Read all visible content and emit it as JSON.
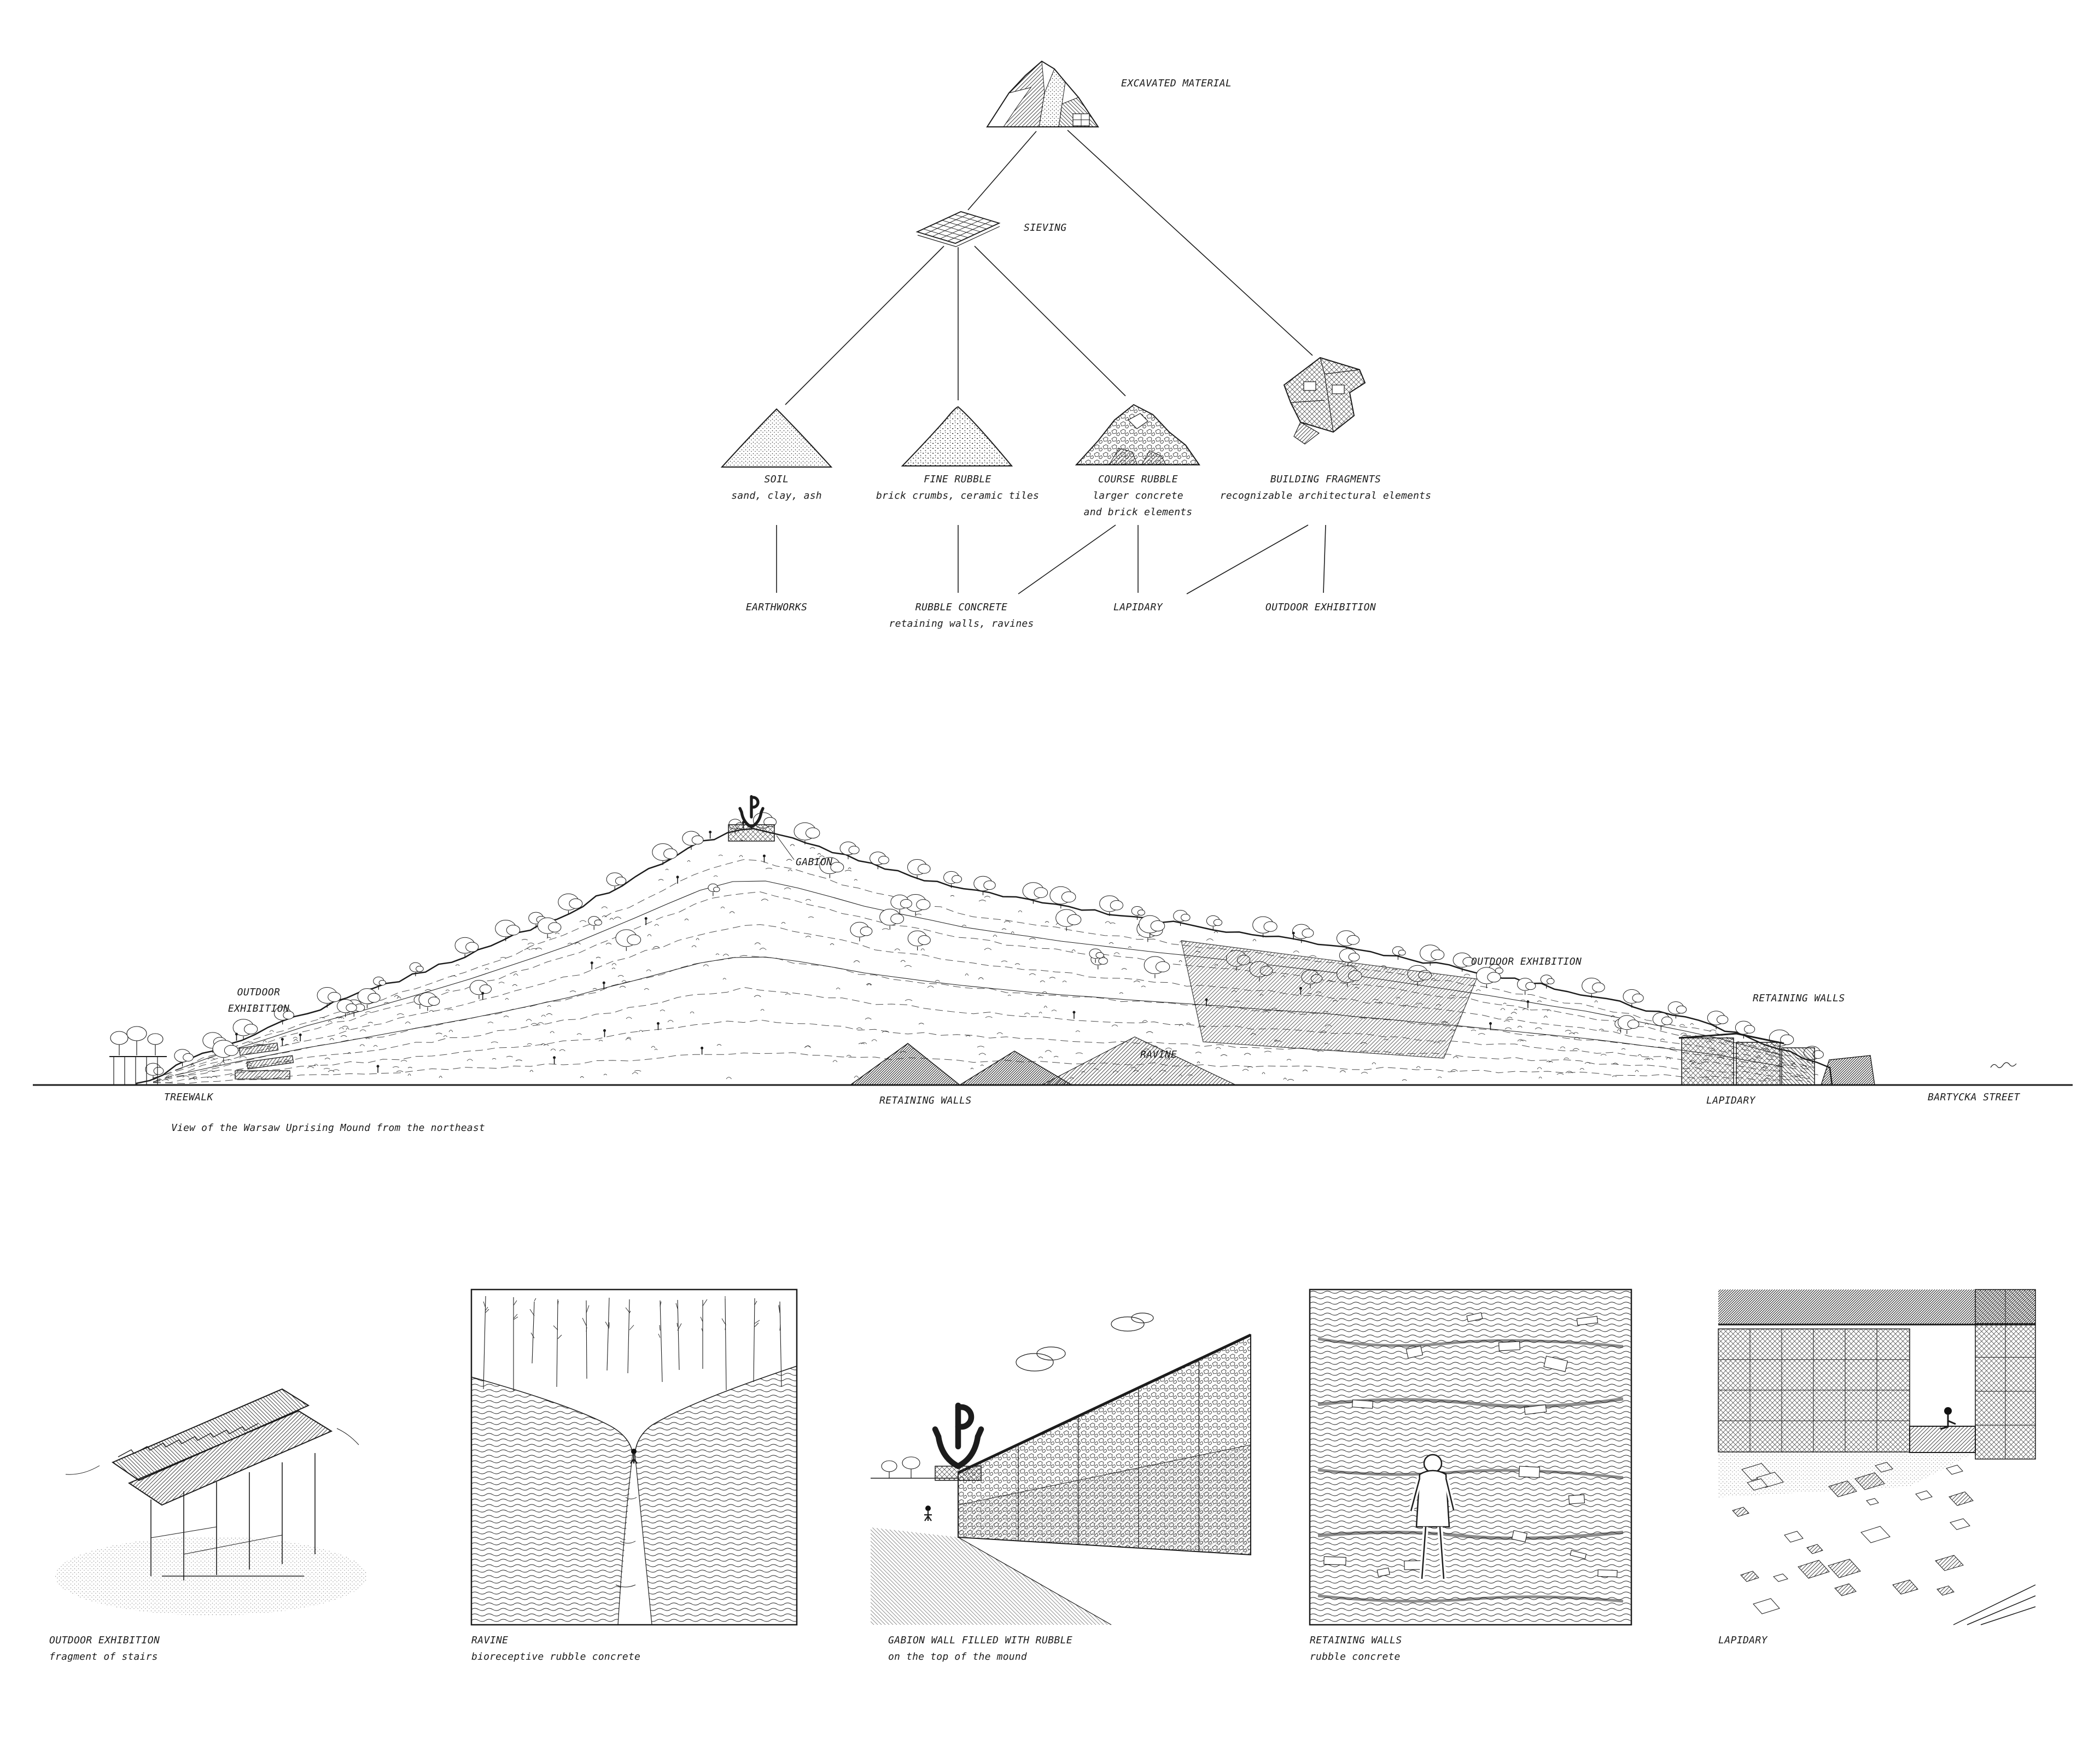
{
  "page": {
    "background": "#ffffff",
    "ink": "#1c1c1c"
  },
  "flow": {
    "root": {
      "label": "EXCAVATED MATERIAL"
    },
    "sieving": {
      "label": "SIEVING"
    },
    "categories": [
      {
        "label": "SOIL",
        "sub1": "sand, clay, ash",
        "sub2": ""
      },
      {
        "label": "FINE RUBBLE",
        "sub1": "brick crumbs, ceramic tiles",
        "sub2": ""
      },
      {
        "label": "COURSE RUBBLE",
        "sub1": "larger concrete",
        "sub2": "and brick elements"
      },
      {
        "label": "BUILDING FRAGMENTS",
        "sub1": "recognizable architectural elements",
        "sub2": ""
      }
    ],
    "outputs": [
      {
        "label": "EARTHWORKS",
        "sub": ""
      },
      {
        "label": "RUBBLE CONCRETE",
        "sub": "retaining walls, ravines"
      },
      {
        "label": "LAPIDARY",
        "sub": ""
      },
      {
        "label": "OUTDOOR EXHIBITION",
        "sub": ""
      }
    ]
  },
  "panorama": {
    "gabion": "GABION",
    "outdoor_left_1": "OUTDOOR",
    "outdoor_left_2": "EXHIBITION",
    "outdoor_right": "OUTDOOR EXHIBITION",
    "retaining_right": "RETAINING WALLS",
    "ravine": "RAVINE",
    "treewalk": "TREEWALK",
    "retaining_center": "RETAINING WALLS",
    "lapidary": "LAPIDARY",
    "street": "BARTYCKA STREET",
    "caption": "View of the Warsaw Uprising Mound from the northeast"
  },
  "panels": [
    {
      "title": "OUTDOOR EXHIBITION",
      "sub": "fragment of stairs"
    },
    {
      "title": "RAVINE",
      "sub": "bioreceptive rubble concrete"
    },
    {
      "title": "GABION WALL FILLED WITH RUBBLE",
      "sub": "on the top of the mound"
    },
    {
      "title": "RETAINING WALLS",
      "sub": "rubble concrete"
    },
    {
      "title": "LAPIDARY",
      "sub": ""
    }
  ]
}
